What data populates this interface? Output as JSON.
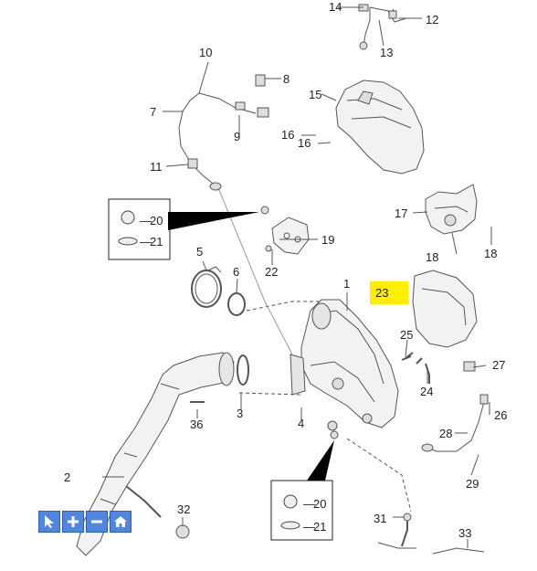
{
  "callouts": {
    "c1": "1",
    "c2": "2",
    "c3": "3",
    "c4": "4",
    "c5": "5",
    "c6": "6",
    "c7": "7",
    "c8": "8",
    "c9": "9",
    "c10": "10",
    "c11": "11",
    "c12": "12",
    "c13": "13",
    "c14": "14",
    "c15": "15",
    "c16a": "16",
    "c16b": "16",
    "c17": "17",
    "c18a": "18",
    "c18b": "18",
    "c19": "19",
    "c20a": "20",
    "c21a": "21",
    "c22": "22",
    "c23": "23",
    "c24": "24",
    "c25": "25",
    "c26": "26",
    "c27": "27",
    "c28": "28",
    "c29": "29",
    "c20b": "20",
    "c21b": "21",
    "c31": "31",
    "c32": "32",
    "c33": "33",
    "c36": "36"
  },
  "highlight_color": "#ffee00",
  "toolbar": {
    "buttons": [
      "pointer-icon",
      "zoom-in-icon",
      "zoom-out-icon",
      "home-icon"
    ],
    "color": "#4f86e0"
  }
}
